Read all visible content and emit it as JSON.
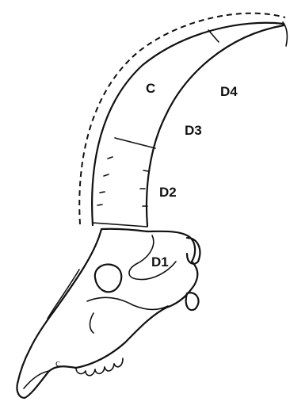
{
  "labels": {
    "sheath": "C",
    "segment_d1": "D1",
    "segment_d2": "D2",
    "segment_d3": "D3",
    "segment_d4": "D4",
    "muzzle_mark": "c"
  }
}
